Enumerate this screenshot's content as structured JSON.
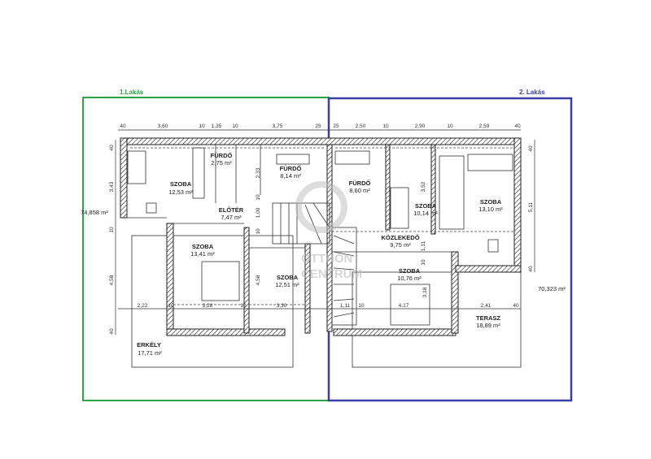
{
  "units": [
    {
      "label": "1.Lakás",
      "total_area": "74,858 m²",
      "color": "#2fa24a"
    },
    {
      "label": "2. Lakás",
      "total_area": "70,323 m²",
      "color": "#3a3fa8"
    }
  ],
  "rooms": [
    {
      "name": "SZOBA",
      "area": "12,53 m²"
    },
    {
      "name": "FÜRDŐ",
      "area": "2,75 m²"
    },
    {
      "name": "FÜRDŐ",
      "area": "8,14 m²"
    },
    {
      "name": "ELŐTÉR",
      "area": "7,47 m²"
    },
    {
      "name": "SZOBA",
      "area": "13,41 m²"
    },
    {
      "name": "SZOBA",
      "area": "12,51 m²"
    },
    {
      "name": "ERKÉLY",
      "area": "17,71 m²"
    },
    {
      "name": "FÜRDŐ",
      "area": "8,60 m²"
    },
    {
      "name": "SZOBA",
      "area": "10,14 m²"
    },
    {
      "name": "SZOBA",
      "area": "13,10 m²"
    },
    {
      "name": "KÖZLEKEDŐ",
      "area": "9,75 m²"
    },
    {
      "name": "SZOBA",
      "area": "10,76 m²"
    },
    {
      "name": "TERASZ",
      "area": "18,89 m²"
    }
  ],
  "dimensions": {
    "top": [
      "40",
      "3,60",
      "10",
      "1,35",
      "10",
      "3,75",
      "25",
      "25",
      "2,50",
      "10",
      "2,90",
      "10",
      "2,59",
      "40"
    ],
    "left": [
      "40",
      "3,43",
      "10",
      "4,58",
      "40"
    ],
    "right": [
      "40",
      "5,11",
      "40"
    ],
    "interior": [
      "2,33",
      "1,00",
      "10",
      "10",
      "4,58",
      "3,52",
      "1,11",
      "3,18",
      "10"
    ],
    "bottom": [
      "2,22",
      "10",
      "3,28",
      "10",
      "3,30",
      "1,11",
      "10",
      "4,17",
      "2,41",
      "40"
    ]
  },
  "watermark": [
    "OTTHON",
    "CENTRUM"
  ]
}
